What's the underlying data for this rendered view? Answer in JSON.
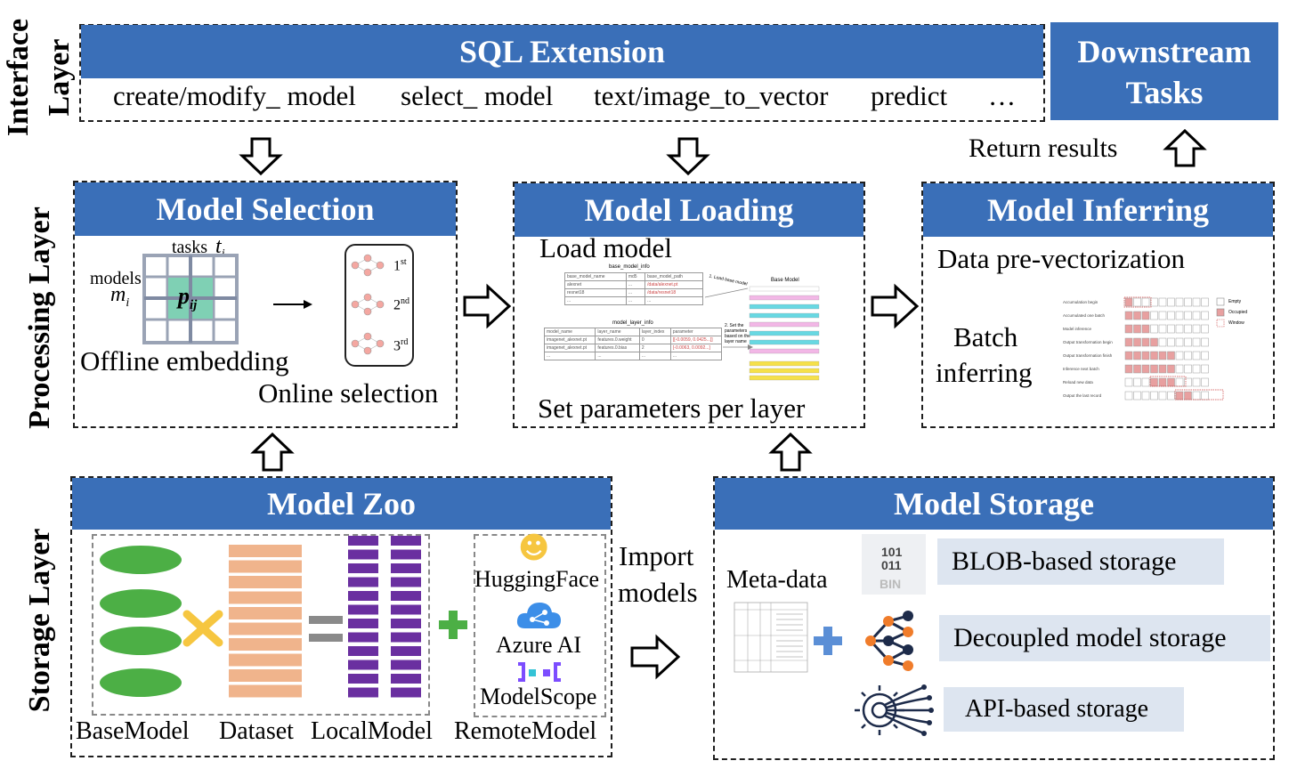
{
  "layers": {
    "interface": [
      "Interface",
      "Layer"
    ],
    "processing": "Processing Layer",
    "storage": "Storage Layer"
  },
  "sql_extension": {
    "title": "SQL Extension",
    "commands": [
      "create/modify_ model",
      "select_ model",
      "text/image_to_vector",
      "predict",
      "…"
    ]
  },
  "downstream": {
    "title_line1": "Downstream",
    "title_line2": "Tasks",
    "return_label": "Return results"
  },
  "model_selection": {
    "title": "Model Selection",
    "tasks_label": "tasks",
    "tasks_var": "t",
    "tasks_sub": "j",
    "models_label": "models",
    "models_var": "m",
    "models_sub": "i",
    "cell_var": "p",
    "cell_sub": "ij",
    "ranks": [
      "1",
      "2",
      "3"
    ],
    "rank_sups": [
      "st",
      "nd",
      "rd"
    ],
    "offline": "Offline embedding",
    "online": "Online selection"
  },
  "model_loading": {
    "title": "Model Loading",
    "load_label": "Load model",
    "set_label": "Set parameters per layer",
    "table1_title": "base_model_info",
    "table1_headers": [
      "base_model_name",
      "md5",
      "base_model_path"
    ],
    "table1_rows": [
      [
        "alexnet",
        "...",
        "/data/alexnet.pt"
      ],
      [
        "resnet18",
        "...",
        "/data/resnet18"
      ],
      [
        "...",
        "...",
        "..."
      ]
    ],
    "table2_title": "model_layer_info",
    "table2_headers": [
      "model_name",
      "layer_name",
      "layer_index",
      "parameter"
    ],
    "table2_rows": [
      [
        "imagenet_alexnet.pt",
        "features.0.weight",
        "0",
        "[[-0.0059, 0.0425...]]"
      ],
      [
        "imagenet_alexnet.pt",
        "features.0.bias",
        "2",
        "[-0.0063, 0.0092...]"
      ],
      [
        "...",
        "...",
        "...",
        "..."
      ]
    ],
    "step1": "1. Load base model",
    "step2": "2. Set the parameters based on the layer name",
    "base_model_title": "Base Model"
  },
  "model_inferring": {
    "title": "Model Inferring",
    "prevec": "Data pre-vectorization",
    "batch_line1": "Batch",
    "batch_line2": "inferring",
    "legend": [
      "Empty",
      "Occupied",
      "Window"
    ],
    "row_labels": [
      "Accumulation begin",
      "Accumulated one batch",
      "Model inference",
      "Output transformation begin",
      "Output transformation finish",
      "Inference next batch",
      "Reload new data",
      "Output the last record"
    ]
  },
  "model_zoo": {
    "title": "Model Zoo",
    "labels": [
      "BaseModel",
      "Dataset",
      "LocalModel",
      "RemoteModel"
    ],
    "remote": [
      "HuggingFace",
      "Azure AI",
      "ModelScope"
    ]
  },
  "import_label": [
    "Import",
    "models"
  ],
  "model_storage": {
    "title": "Model Storage",
    "meta": "Meta-data",
    "bin_icon": [
      "101",
      "011",
      "BIN"
    ],
    "options": [
      "BLOB-based storage",
      "Decoupled model storage",
      "API-based storage"
    ]
  },
  "colors": {
    "header_blue": "#3a6fb8",
    "green": "#4caf45",
    "salmon": "#f0b48c",
    "purple": "#6a2fa0",
    "yellow": "#f6c640",
    "plus_green": "#4caf45",
    "plus_blue": "#5b8fd6",
    "pill_bg": "#dde5f0"
  }
}
